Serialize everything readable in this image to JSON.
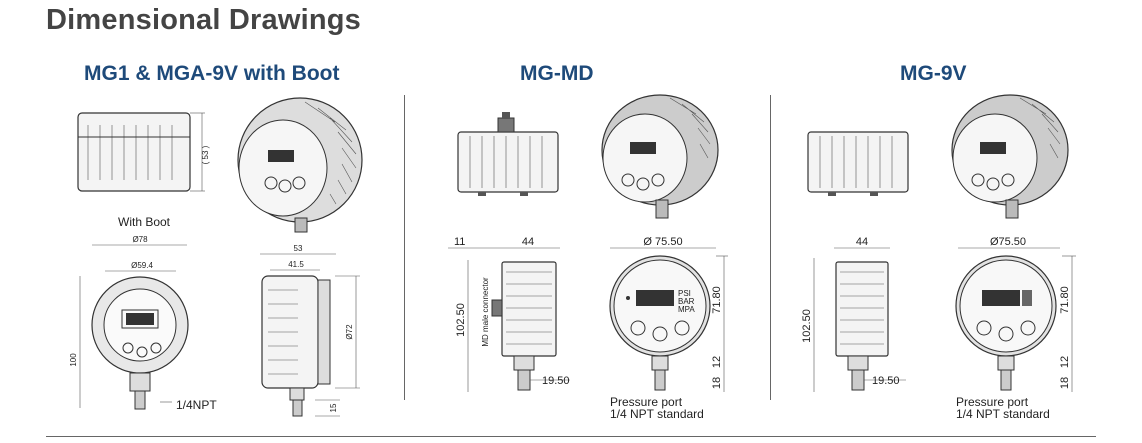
{
  "title": "Dimensional Drawings",
  "sections": [
    {
      "title": "MG1 & MGA-9V with Boot",
      "boot_label": "With Boot",
      "dims": {
        "height_side": "( 53 )",
        "d78": "Ø78",
        "d59": "Ø59.4",
        "h100": "100",
        "w53": "53",
        "w41": "41.5",
        "d72": "Ø72",
        "h15": "15"
      },
      "port_label": "1/4NPT"
    },
    {
      "title": "MG-MD",
      "dims": {
        "w11": "11",
        "w44": "44",
        "h102": "102.50",
        "connector": "MD male connector",
        "w19": "19.50",
        "d75": "Ø 75.50",
        "h71": "71.80",
        "h12": "12",
        "h18": "18"
      },
      "port_line1": "Pressure port",
      "port_line2": "1/4 NPT standard",
      "display_units": [
        "PSI",
        "BAR",
        "MPA"
      ]
    },
    {
      "title": "MG-9V",
      "dims": {
        "w44": "44",
        "h102": "102.50",
        "w19": "19.50",
        "d75": "Ø75.50",
        "h71": "71.80",
        "h12": "12",
        "h18": "18"
      },
      "port_line1": "Pressure port",
      "port_line2": "1/4 NPT standard"
    }
  ]
}
